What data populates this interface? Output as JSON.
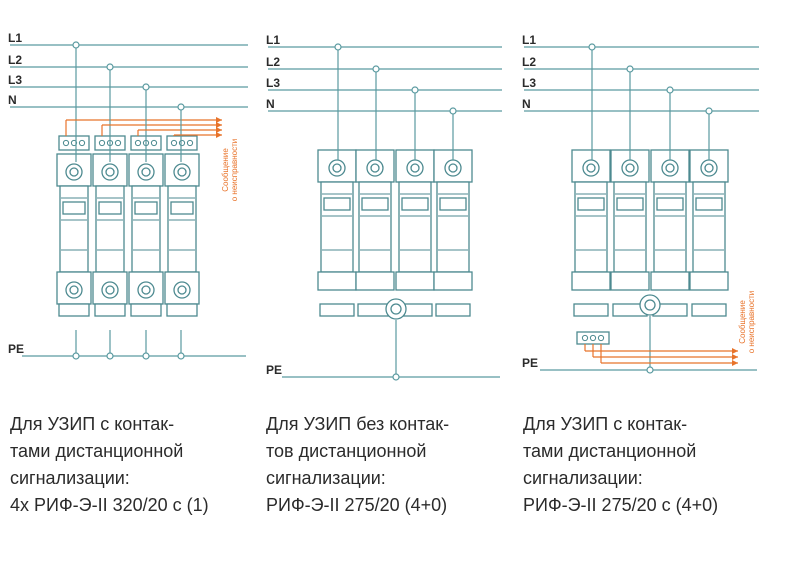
{
  "colors": {
    "wire": "#5a9aa0",
    "device": "#4d8a90",
    "alarm": "#e8732a",
    "text": "#2b2b2b"
  },
  "bus_labels": {
    "l1": "L1",
    "l2": "L2",
    "l3": "L3",
    "n": "N",
    "pe": "PE"
  },
  "alarm_label": {
    "line1": "Сообщение",
    "line2": "о неисправности"
  },
  "diagrams": [
    {
      "caption": "Для УЗИП с контак-\nтами дистанционной\nсигнализации:\n4x РИФ-Э-II 320/20 с (1)"
    },
    {
      "caption": "Для УЗИП без контак-\nтов дистанционной\nсигнализации:\nРИФ-Э-II 275/20 (4+0)"
    },
    {
      "caption": "Для УЗИП с контак-\nтами дистанционной\nсигнализации:\nРИФ-Э-II 275/20 с (4+0)"
    }
  ]
}
